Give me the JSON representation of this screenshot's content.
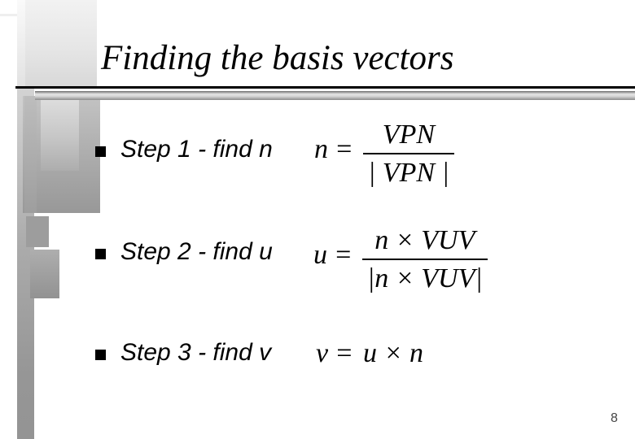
{
  "slide": {
    "title": "Finding the basis vectors",
    "page_number": "8",
    "bullets": [
      {
        "label": "Step 1 - find n"
      },
      {
        "label": "Step 2 - find u"
      },
      {
        "label": "Step 3 - find v"
      }
    ],
    "formulas": {
      "f1": {
        "lhs": "n",
        "eq": "=",
        "num": "VPN",
        "den": "| VPN |"
      },
      "f2": {
        "lhs": "u",
        "eq": "=",
        "num": "n × VUV",
        "den": "|n × VUV|"
      },
      "f3": {
        "lhs": "v",
        "eq": "=",
        "rhs": "u × n"
      }
    },
    "colors": {
      "text": "#000000",
      "rule": "#000000",
      "page_number": "#444444",
      "decor_gray": "#969696"
    }
  }
}
